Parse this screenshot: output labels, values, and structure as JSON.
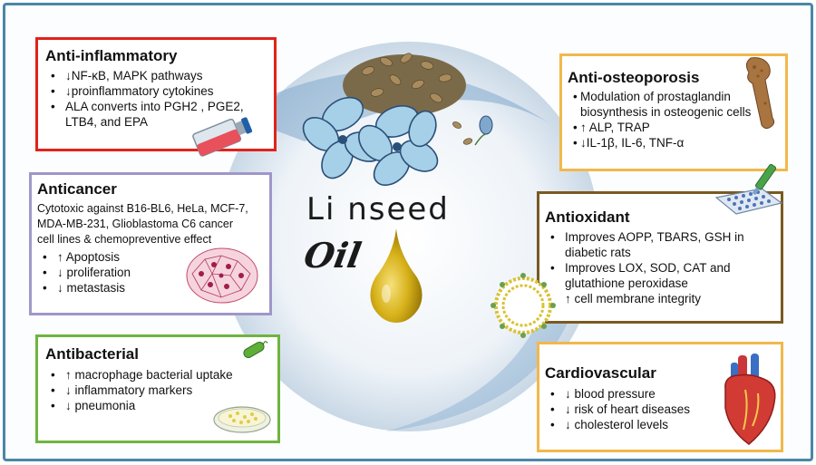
{
  "title": {
    "line1": "Li nseed",
    "line2": "Oil"
  },
  "colors": {
    "frame": "#4a86a8",
    "anti_inflammatory": "#e0231c",
    "anticancer": "#9f97c9",
    "antibacterial": "#6fb43f",
    "orange": "#f2b84b",
    "antioxidant": "#7a5a23"
  },
  "anti_inflammatory": {
    "heading": "Anti-inflammatory",
    "items": [
      "↓NF-κB, MAPK pathways",
      "↓proinflammatory cytokines",
      "ALA converts into PGH2 , PGE2,"
    ],
    "continuation": "LTB4, and EPA"
  },
  "anticancer": {
    "heading": "Anticancer",
    "text": [
      "Cytotoxic against B16-BL6, HeLa, MCF-7,",
      "MDA-MB-231, Glioblastoma C6  cancer",
      "cell lines & chemopreventive effect"
    ],
    "items": [
      "↑ Apoptosis",
      "↓ proliferation",
      "↓ metastasis"
    ]
  },
  "antibacterial": {
    "heading": "Antibacterial",
    "items": [
      "↑ macrophage bacterial uptake",
      "↓ inflammatory markers",
      "↓ pneumonia"
    ]
  },
  "anti_osteoporosis": {
    "heading": "Anti-osteoporosis",
    "items": [
      "Modulation of prostaglandin"
    ],
    "continuation": "biosynthesis in osteogenic cells",
    "items2": [
      "↑ ALP, TRAP",
      "↓IL-1β, IL-6, TNF-α"
    ]
  },
  "antioxidant": {
    "heading": "Antioxidant",
    "items": [
      "Improves AOPP, TBARS, GSH in"
    ],
    "continuation1": "diabetic rats",
    "items2": [
      "Improves LOX, SOD, CAT and"
    ],
    "continuation2": "glutathione peroxidase",
    "items3": [
      "↑ cell membrane integrity"
    ]
  },
  "cardiovascular": {
    "heading": "Cardiovascular",
    "items": [
      "↓ blood pressure",
      "↓ risk of heart diseases",
      "↓ cholesterol levels"
    ]
  },
  "icons": {
    "flask": "culture-flask-icon",
    "cells": "cancer-cells-icon",
    "bacterium": "bacterium-icon",
    "dish": "petri-dish-icon",
    "bone": "bone-icon",
    "plate": "well-plate-icon",
    "membrane": "lipid-membrane-icon",
    "heart": "heart-icon",
    "flowers": "linseed-flower-icon",
    "drop": "oil-drop-icon"
  }
}
